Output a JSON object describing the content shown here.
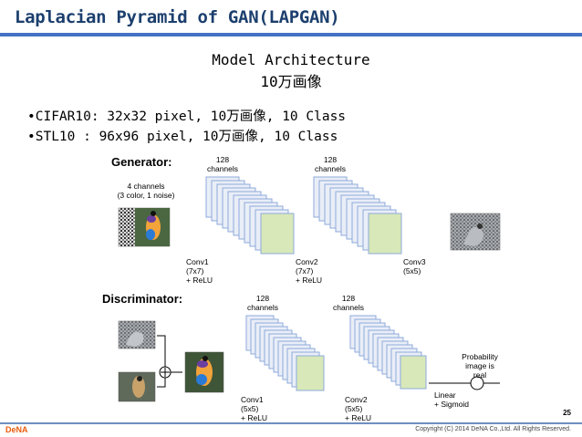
{
  "slide": {
    "title": "Laplacian Pyramid of GAN(LAPGAN)",
    "subtitle_line1": "Model Architecture",
    "subtitle_line2": "10万画像",
    "bullets": [
      "•CIFAR10: 32x32 pixel, 10万画像, 10 Class",
      "•STL10  : 96x96 pixel, 10万画像, 10 Class"
    ],
    "page_number": "25",
    "logo": "DeNA",
    "copyright": "Copyright (C) 2014 DeNA Co.,Ltd. All Rights Reserved."
  },
  "generator": {
    "heading": "Generator:",
    "input_line1": "4 channels",
    "input_line2": "(3 color, 1 noise)",
    "stack1_line1": "128",
    "stack1_line2": "channels",
    "stack2_line1": "128",
    "stack2_line2": "channels",
    "conv1": [
      "Conv1",
      "(7x7)",
      "+ ReLU"
    ],
    "conv2": [
      "Conv2",
      "(7x7)",
      "+ ReLU"
    ],
    "conv3": [
      "Conv3",
      "(5x5)"
    ]
  },
  "discriminator": {
    "heading": "Discriminator:",
    "stack1_line1": "128",
    "stack1_line2": "channels",
    "stack2_line1": "128",
    "stack2_line2": "channels",
    "conv1": [
      "Conv1",
      "(5x5)",
      "+ ReLU"
    ],
    "conv2": [
      "Conv2",
      "(5x5)",
      "+ ReLU"
    ],
    "linear": [
      "Linear",
      "+ Sigmoid"
    ],
    "output": [
      "Probability",
      "image is",
      "real"
    ]
  },
  "colors": {
    "title": "#1c3f6e",
    "title_rule": "#4472c4",
    "layer_front": "#d8e8b8",
    "layer_edge": "#8eaadb",
    "logo": "#e85a0c"
  }
}
